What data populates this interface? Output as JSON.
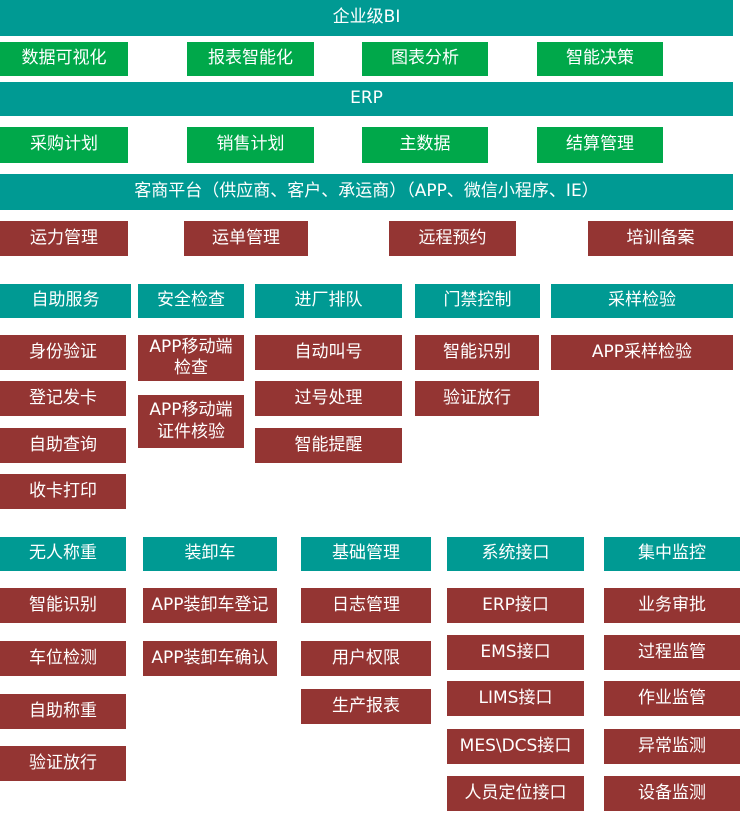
{
  "colors": {
    "teal": "#009a93",
    "green": "#00a84a",
    "red": "#943533"
  },
  "bi": {
    "title": "企业级BI",
    "items": [
      "数据可视化",
      "报表智能化",
      "图表分析",
      "智能决策"
    ]
  },
  "erp": {
    "title": "ERP",
    "items": [
      "采购计划",
      "销售计划",
      "主数据",
      "结算管理"
    ]
  },
  "platform": {
    "title": "客商平台（供应商、客户、承运商）（APP、微信小程序、IE）",
    "items": [
      "运力管理",
      "运单管理",
      "远程预约",
      "培训备案"
    ]
  },
  "group1": [
    {
      "title": "自助服务",
      "items": [
        "身份验证",
        "登记发卡",
        "自助查询",
        "收卡打印"
      ]
    },
    {
      "title": "安全检查",
      "items": [
        "APP移动端\n检查",
        "APP移动端\n证件核验"
      ]
    },
    {
      "title": "进厂排队",
      "items": [
        "自动叫号",
        "过号处理",
        "智能提醒"
      ]
    },
    {
      "title": "门禁控制",
      "items": [
        "智能识别",
        "验证放行"
      ]
    },
    {
      "title": "采样检验",
      "items": [
        "APP采样检验"
      ]
    }
  ],
  "group2": [
    {
      "title": "无人称重",
      "items": [
        "智能识别",
        "车位检测",
        "自助称重",
        "验证放行"
      ]
    },
    {
      "title": "装卸车",
      "items": [
        "APP装卸车登记",
        "APP装卸车确认"
      ]
    },
    {
      "title": "基础管理",
      "items": [
        "日志管理",
        "用户权限",
        "生产报表"
      ]
    },
    {
      "title": "系统接口",
      "items": [
        "ERP接口",
        "EMS接口",
        "LIMS接口",
        "MES\\DCS接口",
        "人员定位接口"
      ]
    },
    {
      "title": "集中监控",
      "items": [
        "业务审批",
        "过程监管",
        "作业监管",
        "异常监测",
        "设备监测"
      ]
    }
  ]
}
